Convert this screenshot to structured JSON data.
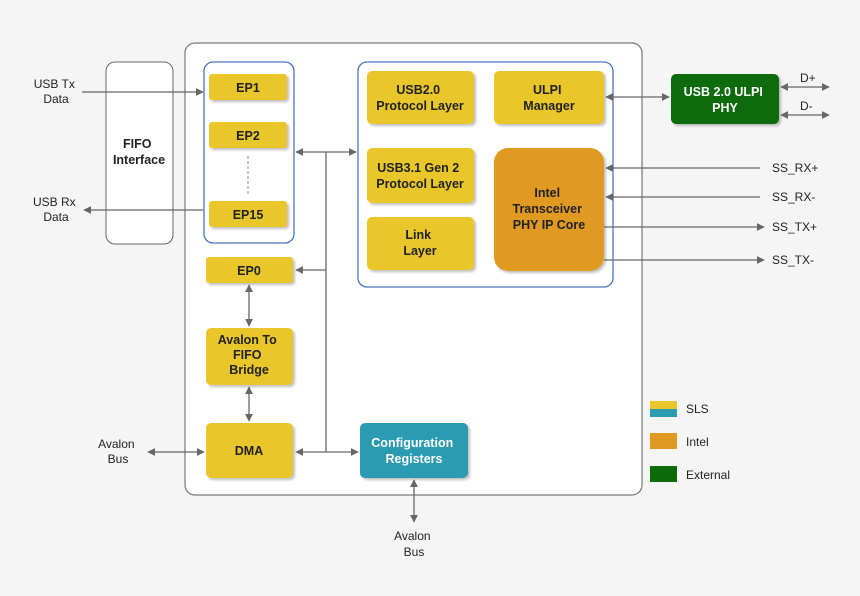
{
  "inputs": {
    "usb_tx": [
      "USB Tx",
      "Data"
    ],
    "usb_rx": [
      "USB Rx",
      "Data"
    ],
    "avalon_bus_left": [
      "Avalon",
      "Bus"
    ],
    "avalon_bus_bottom": [
      "Avalon",
      "Bus"
    ]
  },
  "blocks": {
    "fifo_interface": [
      "FIFO",
      "Interface"
    ],
    "ep1": "EP1",
    "ep2": "EP2",
    "ep15": "EP15",
    "ep0": "EP0",
    "avalon_fifo_bridge": [
      "Avalon To",
      "FIFO",
      "Bridge"
    ],
    "dma": "DMA",
    "config_registers": [
      "Configuration",
      "Registers"
    ],
    "usb2_protocol": [
      "USB2.0",
      "Protocol Layer"
    ],
    "ulpi_manager": [
      "ULPI",
      "Manager"
    ],
    "usb31_protocol": [
      "USB3.1 Gen 2",
      "Protocol Layer"
    ],
    "link_layer": [
      "Link",
      "Layer"
    ],
    "intel_phy": [
      "Intel",
      "Transceiver",
      "PHY IP Core"
    ],
    "usb2_ulpi_phy": [
      "USB 2.0 ULPI",
      "PHY"
    ]
  },
  "signals": {
    "d_plus": "D+",
    "d_minus": "D-",
    "ss_rx_plus": "SS_RX+",
    "ss_rx_minus": "SS_RX-",
    "ss_tx_plus": "SS_TX+",
    "ss_tx_minus": "SS_TX-"
  },
  "legend": [
    {
      "label": "SLS",
      "colors": [
        "#e9c72c",
        "#2b9bb0"
      ]
    },
    {
      "label": "Intel",
      "colors": [
        "#e09a22"
      ]
    },
    {
      "label": "External",
      "colors": [
        "#0b6b0b"
      ]
    }
  ],
  "colors": {
    "sls": "#e9c72c",
    "sls_config": "#2b9bb0",
    "intel": "#e09a22",
    "external": "#0b6b0b"
  }
}
